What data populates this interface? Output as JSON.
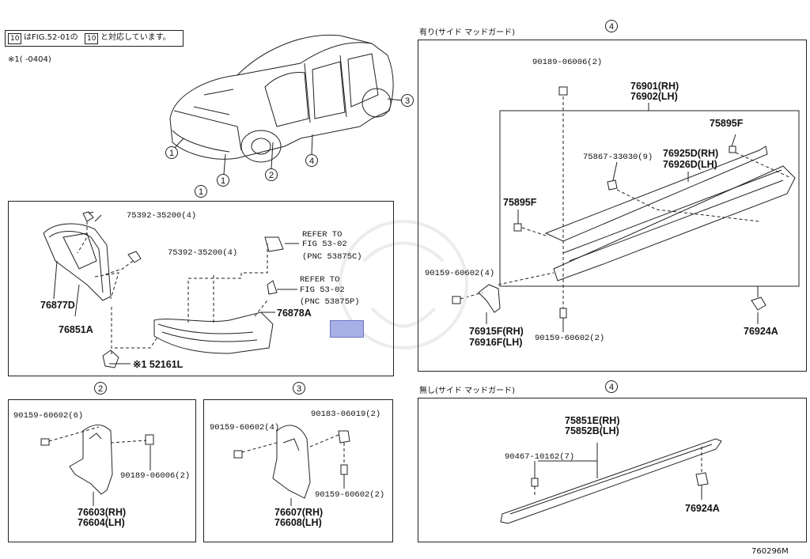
{
  "header": {
    "note_line1_prefix": "はFIG.52-01の",
    "note_line1_suffix": "と対応しています。",
    "note_line2": "※1(    -0404)",
    "note_icon_label": "10"
  },
  "callouts": {
    "one": "1",
    "two": "2",
    "three": "3",
    "four": "4"
  },
  "panel_main": {
    "part_75392_a": "75392-35200(4)",
    "part_75392_b": "75392-35200(4)",
    "refer1_line1": "REFER TO",
    "refer1_line2": "FIG 53-02",
    "refer1_line3": "(PNC 53875C)",
    "refer2_line1": "REFER TO",
    "refer2_line2": "FIG 53-02",
    "refer2_line3": "(PNC 53875P)",
    "part_76877D": "76877D",
    "part_76851A": "76851A",
    "part_76878A": "76878A",
    "part_52161L": "※1 52161L"
  },
  "panel_2": {
    "part_bolt": "90159-60602(6)",
    "part_nut": "90189-06006(2)",
    "part_rh": "76603(RH)",
    "part_lh": "76604(LH)"
  },
  "panel_3": {
    "part_bolt": "90159-60602(4)",
    "part_clip": "90183-06019(2)",
    "part_bolt2": "90159-60602(2)",
    "part_rh": "76607(RH)",
    "part_lh": "76608(LH)"
  },
  "panel_4a": {
    "caption": "有り(サイド  マッドガード)",
    "part_90189": "90189-06006(2)",
    "part_76901": "76901(RH)",
    "part_76902": "76902(LH)",
    "part_75895F_a": "75895F",
    "part_75867": "75867-33030(9)",
    "part_76925D": "76925D(RH)",
    "part_76926D": "76926D(LH)",
    "part_75895F_b": "75895F",
    "part_90159_a": "90159-60602(4)",
    "part_76915F": "76915F(RH)",
    "part_76916F": "76916F(LH)",
    "part_90159_b": "90159-60602(2)",
    "part_76924A": "76924A"
  },
  "panel_4b": {
    "caption": "無し(サイド  マッドガード)",
    "part_75851E": "75851E(RH)",
    "part_75852B": "75852B(LH)",
    "part_90467": "90467-10162(7)",
    "part_76924A": "76924A"
  },
  "footer": {
    "diagram_id": "760296M"
  }
}
